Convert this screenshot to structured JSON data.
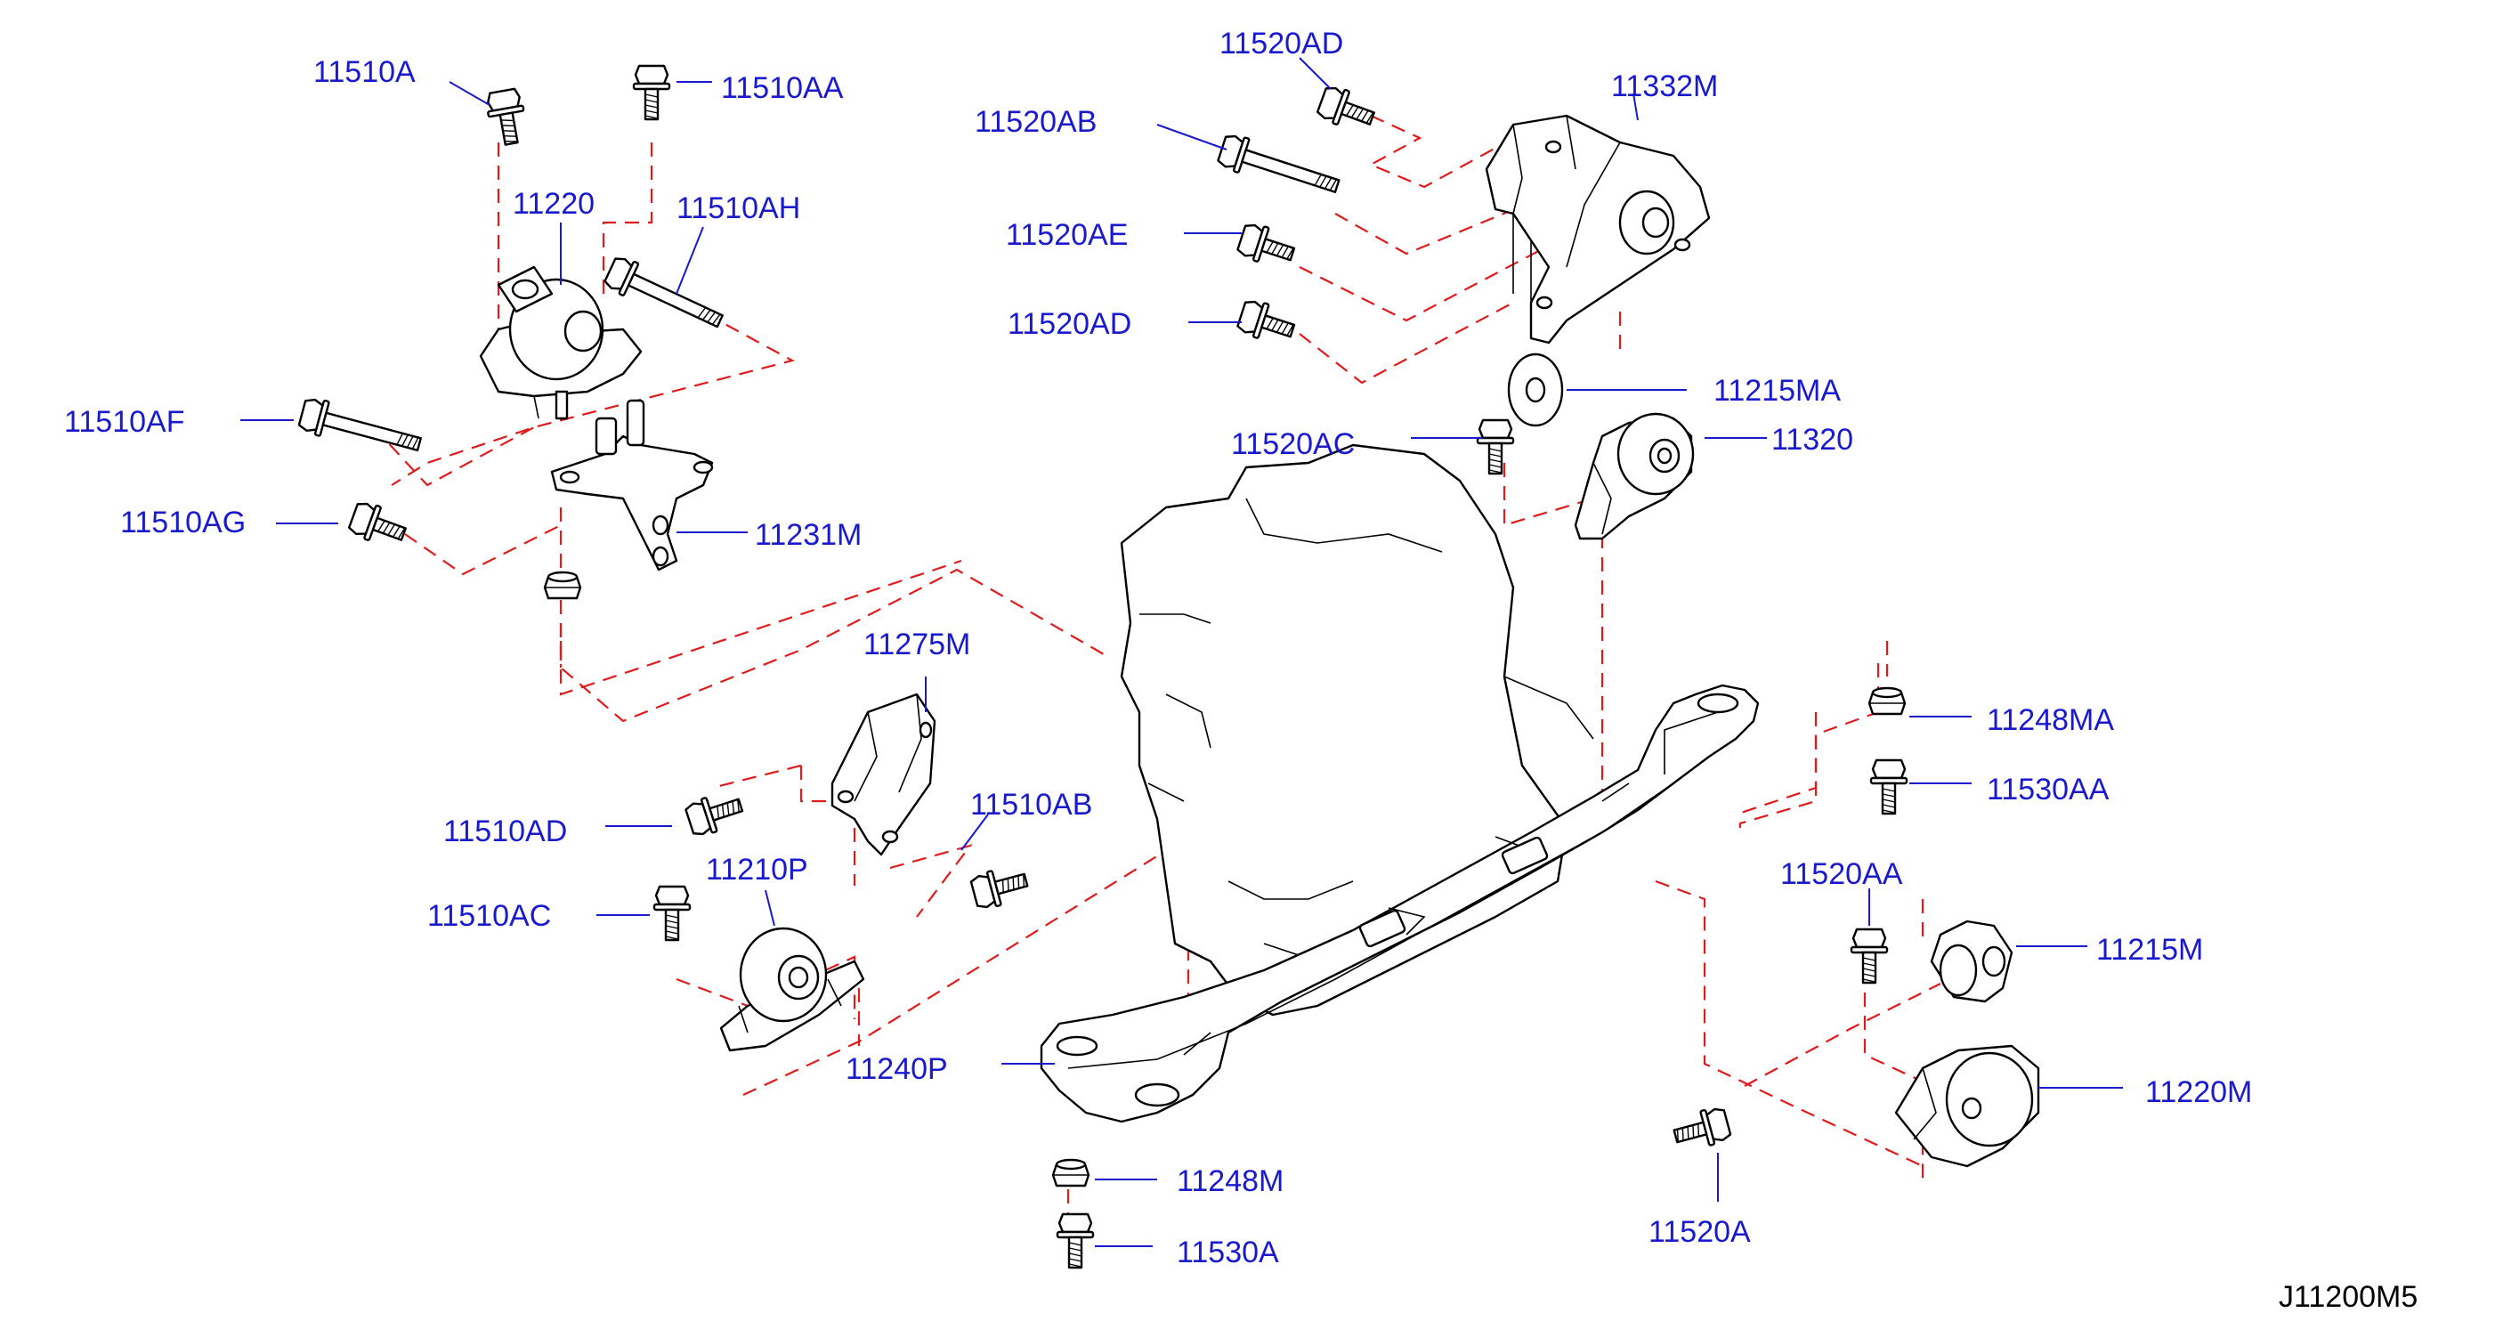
{
  "diagram": {
    "reference_code": "J11200M5",
    "colors": {
      "label": "#1a1acd",
      "dashed_line": "#e01b1b",
      "outline": "#000000",
      "background": "#ffffff"
    },
    "labels": {
      "p11510A": "11510A",
      "p11510AA": "11510AA",
      "p11220": "11220",
      "p11510AH": "11510AH",
      "p11510AF": "11510AF",
      "p11510AG": "11510AG",
      "p11231M": "11231M",
      "p11275M": "11275M",
      "p11510AD": "11510AD",
      "p11510AB": "11510AB",
      "p11210P": "11210P",
      "p11510AC": "11510AC",
      "p11240P": "11240P",
      "p11248M": "11248M",
      "p11530A": "11530A",
      "p11520AD_top": "11520AD",
      "p11520AB": "11520AB",
      "p11332M": "11332M",
      "p11520AE": "11520AE",
      "p11520AD": "11520AD",
      "p11215MA": "11215MA",
      "p11520AC": "11520AC",
      "p11320": "11320",
      "p11248MA": "11248MA",
      "p11530AA": "11530AA",
      "p11520AA": "11520AA",
      "p11215M": "11215M",
      "p11220M": "11220M",
      "p11520A": "11520A"
    }
  }
}
